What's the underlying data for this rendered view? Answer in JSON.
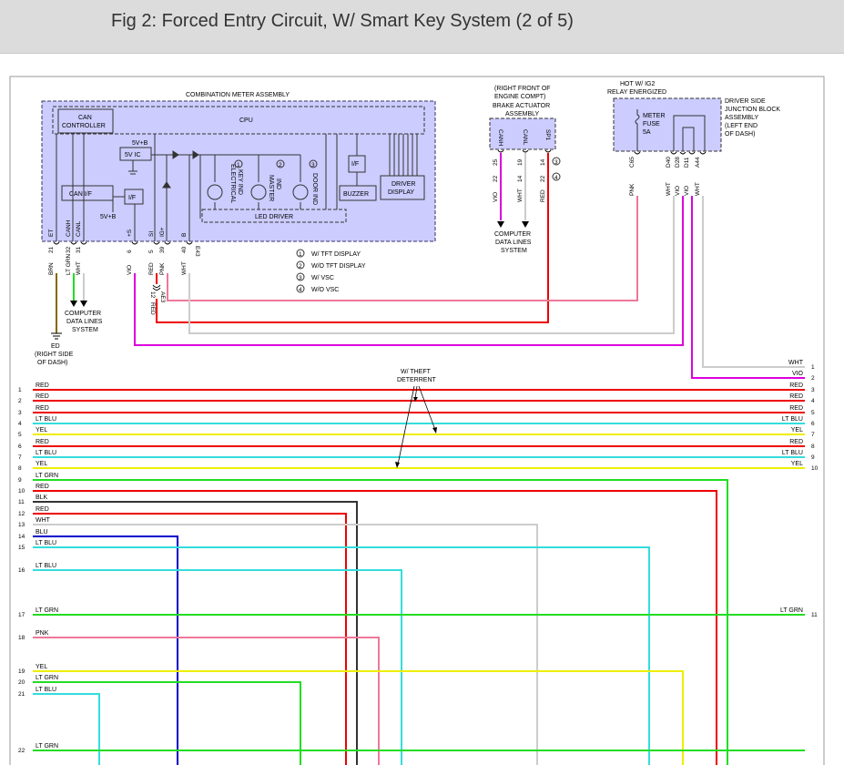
{
  "title": "Fig 2: Forced Entry Circuit, W/ Smart Key System (2 of 5)",
  "colors": {
    "red": "#ee0000",
    "lt_blu": "#33dddd",
    "yel": "#eeee00",
    "lt_grn": "#22dd22",
    "blk": "#333333",
    "wht": "#cccccc",
    "blu": "#0000cc",
    "pnk": "#ee7799",
    "vio": "#dd00dd",
    "brn": "#886600",
    "box_fill": "#ccccff"
  },
  "meter": {
    "title": "COMBINATION METER ASSEMBLY",
    "cpu": "CPU",
    "can_ctrl": [
      "CAN",
      "CONTROLLER"
    ],
    "can_if": "CAN I/F",
    "fivevb": "5V+B",
    "fivevic": "5V IC",
    "if1": "I/F",
    "if2": "I/F",
    "fivevb2": "5V+B",
    "buzzer": "BUZZER",
    "driver_display": [
      "DRIVER",
      "DISPLAY"
    ],
    "led_driver": "LED DRIVER",
    "ind_elec": [
      "ELECTRICAL",
      "KEY IND"
    ],
    "ind_master": [
      "MASTER",
      "IND"
    ],
    "ind_door": "DOOR IND",
    "markers": [
      "1",
      "2",
      "3"
    ]
  },
  "meter_pins": [
    {
      "sig": "ET",
      "num": "21",
      "wire": "BRN"
    },
    {
      "sig": "CANH",
      "num": "32",
      "wire": "LT GRN"
    },
    {
      "sig": "CANL",
      "num": "31",
      "wire": "WHT"
    },
    {
      "sig": "+S",
      "num": "6",
      "wire": "VIO"
    },
    {
      "sig": "SI",
      "num": "5",
      "wire": "RED"
    },
    {
      "sig": "IG+",
      "num": "39",
      "wire": "PNK"
    },
    {
      "sig": "B",
      "num": "40",
      "wire": "WHT"
    }
  ],
  "meter_conn": "E43",
  "splice": {
    "num": "12",
    "conn": "AE3",
    "wire": "RED"
  },
  "legend": [
    {
      "num": "1",
      "text": "W/ TFT DISPLAY"
    },
    {
      "num": "2",
      "text": "W/O TFT DISPLAY"
    },
    {
      "num": "3",
      "text": "W/ VSC"
    },
    {
      "num": "4",
      "text": "W/O VSC"
    }
  ],
  "computer_data_lines": [
    "COMPUTER",
    "DATA LINES",
    "SYSTEM"
  ],
  "ground": [
    "ED",
    "(RIGHT SIDE",
    "OF DASH)"
  ],
  "brake": {
    "loc": [
      "(RIGHT FRONT OF",
      "ENGINE COMPT)"
    ],
    "name": [
      "BRAKE ACTUATOR",
      "ASSEMBLY"
    ],
    "pins": [
      {
        "sig": "CANH",
        "num": "25",
        "wire": "VIO"
      },
      {
        "sig": "CANL",
        "num": "19",
        "wire": "WHT"
      },
      {
        "sig": "SP1",
        "num": "14",
        "wire": "RED"
      }
    ],
    "alt_nums": [
      "22",
      "14",
      "22"
    ],
    "markers": [
      "3",
      "4"
    ]
  },
  "relay": {
    "name": [
      "HOT W/ IG2",
      "RELAY ENERGIZED"
    ],
    "fuse": [
      "METER",
      "FUSE",
      "5A"
    ]
  },
  "jb": {
    "name": [
      "DRIVER SIDE",
      "JUNCTION BLOCK",
      "ASSEMBLY",
      "(LEFT END",
      "OF DASH)"
    ],
    "pins": [
      {
        "sig": "C65",
        "wire": "PNK"
      },
      {
        "sig": "D40",
        "wire": "WHT"
      },
      {
        "sig": "D28",
        "wire": "VIO"
      },
      {
        "sig": "D11",
        "wire": "VIO"
      },
      {
        "sig": "A44",
        "wire": "WHT"
      }
    ]
  },
  "theft": [
    "W/ THEFT",
    "DETERRENT"
  ],
  "left_rows": [
    {
      "n": "1",
      "label": "RED"
    },
    {
      "n": "2",
      "label": "RED"
    },
    {
      "n": "3",
      "label": "RED"
    },
    {
      "n": "4",
      "label": "LT BLU"
    },
    {
      "n": "5",
      "label": "YEL"
    },
    {
      "n": "6",
      "label": "RED"
    },
    {
      "n": "7",
      "label": "LT BLU"
    },
    {
      "n": "8",
      "label": "YEL"
    },
    {
      "n": "9",
      "label": "LT GRN"
    },
    {
      "n": "10",
      "label": "RED"
    },
    {
      "n": "11",
      "label": "BLK"
    },
    {
      "n": "12",
      "label": "RED"
    },
    {
      "n": "13",
      "label": "WHT"
    },
    {
      "n": "14",
      "label": "BLU"
    },
    {
      "n": "15",
      "label": "LT BLU"
    },
    {
      "n": "16",
      "label": "LT BLU"
    },
    {
      "n": "17",
      "label": "LT GRN"
    },
    {
      "n": "18",
      "label": "PNK"
    },
    {
      "n": "19",
      "label": "YEL"
    },
    {
      "n": "20",
      "label": "LT GRN"
    },
    {
      "n": "21",
      "label": "LT BLU"
    },
    {
      "n": "22",
      "label": "LT GRN"
    }
  ],
  "right_rows": [
    {
      "n": "1",
      "label": "WHT"
    },
    {
      "n": "2",
      "label": "VIO"
    },
    {
      "n": "3",
      "label": "RED"
    },
    {
      "n": "4",
      "label": "RED"
    },
    {
      "n": "5",
      "label": "RED"
    },
    {
      "n": "6",
      "label": "LT BLU"
    },
    {
      "n": "7",
      "label": "YEL"
    },
    {
      "n": "8",
      "label": "RED"
    },
    {
      "n": "9",
      "label": "LT BLU"
    },
    {
      "n": "10",
      "label": "YEL"
    },
    {
      "n": "11",
      "label": "LT GRN"
    }
  ]
}
